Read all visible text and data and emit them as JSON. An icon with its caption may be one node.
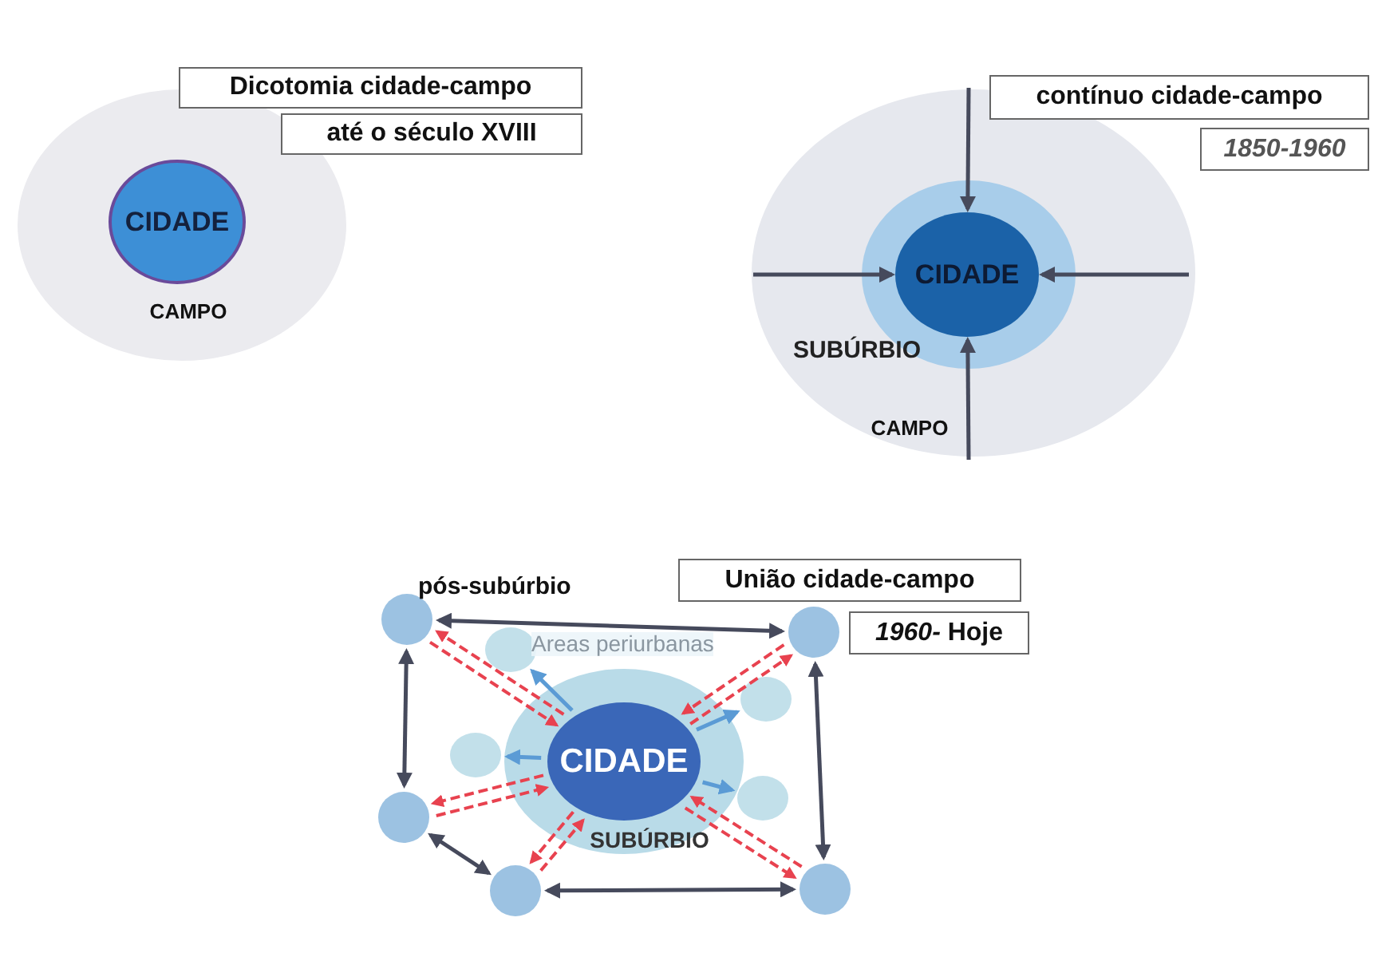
{
  "diagram": {
    "nodes": [
      {
        "text": [
          "CAMPO"
        ]
      },
      {
        "text": [
          "CIDADE"
        ],
        "in": 0
      },
      {
        "text": [
          "Dicotomia cidade-campo"
        ]
      },
      {
        "text": [
          "até o século XVIII"
        ]
      },
      {
        "text": [
          "contínuo cidade-campo"
        ]
      },
      {
        "text": [
          "1850-1960"
        ]
      },
      {
        "text": [
          "CAMPO"
        ]
      },
      {
        "text": [],
        "shape": "circle",
        "in": 6
      },
      {
        "text": [
          "CIDADE"
        ],
        "in": 7
      },
      {
        "text": [
          "União cidade-campo"
        ]
      },
      {
        "text": [
          "*1960-* Hoje"
        ]
      },
      {
        "text": [],
        "shape": "circle"
      },
      {
        "text": [],
        "shape": "circle"
      },
      {
        "text": [
          "SUBÚRBIO"
        ]
      },
      {
        "text": [
          "CIDADE"
        ],
        "in": 13
      },
      {
        "text": [],
        "shape": "circle"
      },
      {
        "text": [],
        "shape": "circle"
      },
      {
        "text": [],
        "shape": "circle"
      },
      {
        "text": [],
        "shape": "circle"
      },
      {
        "text": [],
        "shape": "circle"
      },
      {
        "text": [],
        "shape": "circle"
      },
      {
        "text": [],
        "shape": "circle"
      }
    ],
    "edges": [
      {
        "from": null,
        "to": 8,
        "arrow": "to",
        "color": "#464a5c"
      },
      {
        "from": null,
        "to": 8,
        "arrow": "to",
        "color": "#464a5c"
      },
      {
        "from": null,
        "to": 8,
        "arrow": "to",
        "color": "#464a5c"
      },
      {
        "from": null,
        "to": 8,
        "arrow": "to",
        "color": "#464a5c"
      },
      {
        "from": 11,
        "to": 12,
        "arrow": "both",
        "color": "#464a5c"
      },
      {
        "from": 11,
        "to": 19,
        "arrow": "both",
        "color": "#464a5c"
      },
      {
        "from": 19,
        "to": 20,
        "arrow": "both",
        "color": "#464a5c"
      },
      {
        "from": 20,
        "to": 21,
        "arrow": "both",
        "color": "#464a5c"
      },
      {
        "from": 12,
        "to": 21,
        "arrow": "both",
        "color": "#464a5c"
      },
      {
        "from": 14,
        "to": 15,
        "arrow": "to",
        "color": "#5b9bd5"
      },
      {
        "from": 14,
        "to": 16,
        "arrow": "to",
        "color": "#5b9bd5"
      },
      {
        "from": 14,
        "to": 17,
        "arrow": "to",
        "color": "#5b9bd5"
      },
      {
        "from": 14,
        "to": 18,
        "arrow": "to",
        "color": "#5b9bd5"
      },
      {
        "from": 14,
        "to": 11,
        "arrow": "to",
        "style": "dashed",
        "color": "#e8424f"
      },
      {
        "from": 11,
        "to": 14,
        "arrow": "to",
        "style": "dashed",
        "color": "#e8424f"
      },
      {
        "from": 14,
        "to": 12,
        "arrow": "to",
        "style": "dashed",
        "color": "#e8424f"
      },
      {
        "from": 12,
        "to": 14,
        "arrow": "to",
        "style": "dashed",
        "color": "#e8424f"
      },
      {
        "from": 14,
        "to": 19,
        "arrow": "to",
        "style": "dashed",
        "color": "#e8424f"
      },
      {
        "from": 19,
        "to": 14,
        "arrow": "to",
        "style": "dashed",
        "color": "#e8424f"
      },
      {
        "from": 14,
        "to": 20,
        "arrow": "to",
        "style": "dashed",
        "color": "#e8424f"
      },
      {
        "from": 20,
        "to": 14,
        "arrow": "to",
        "style": "dashed",
        "color": "#e8424f"
      },
      {
        "from": 14,
        "to": 21,
        "arrow": "to",
        "style": "dashed",
        "color": "#e8424f"
      },
      {
        "from": 21,
        "to": 14,
        "arrow": "to",
        "style": "dashed",
        "color": "#e8424f"
      }
    ],
    "labels": [
      "SUBÚRBIO",
      "pós-subúrbio",
      "Areas periurbanas"
    ]
  }
}
